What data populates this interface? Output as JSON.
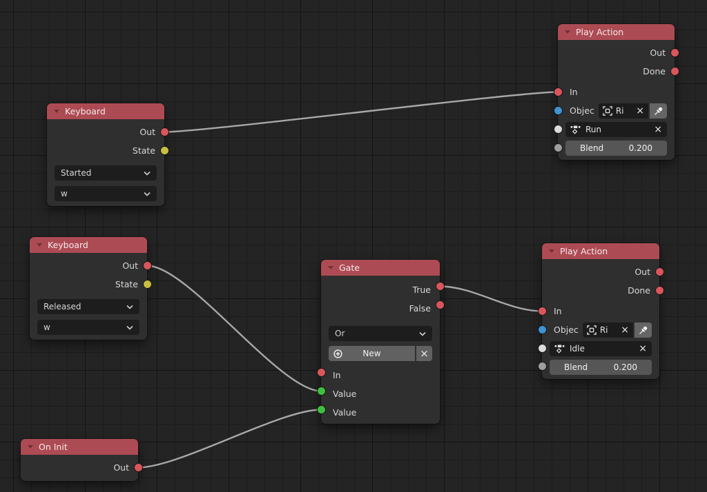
{
  "colors": {
    "header": "#ad4b54",
    "wire": "#a8a8a8",
    "socket_red": "#d9565c",
    "socket_yellow": "#c9be40",
    "socket_blue": "#3f93d2",
    "socket_green": "#3ec13e",
    "socket_white": "#dcdcdc",
    "socket_gray": "#9e9e9e"
  },
  "icons": {
    "close": "×"
  },
  "nodes": {
    "play_action_1": {
      "title": "Play Action",
      "out": "Out",
      "done": "Done",
      "in": "In",
      "object_label": "Objec",
      "object_value": "Ri",
      "action_value": "Run",
      "blend_label": "Blend",
      "blend_value": "0.200"
    },
    "keyboard_1": {
      "title": "Keyboard",
      "out": "Out",
      "state": "State",
      "event": "Started",
      "key": "w"
    },
    "keyboard_2": {
      "title": "Keyboard",
      "out": "Out",
      "state": "State",
      "event": "Released",
      "key": "w"
    },
    "gate": {
      "title": "Gate",
      "true": "True",
      "false": "False",
      "logic": "Or",
      "new": "New",
      "in": "In",
      "value1": "Value",
      "value2": "Value"
    },
    "play_action_2": {
      "title": "Play Action",
      "out": "Out",
      "done": "Done",
      "in": "In",
      "object_label": "Objec",
      "object_value": "Ri",
      "action_value": "Idle",
      "blend_label": "Blend",
      "blend_value": "0.200"
    },
    "on_init": {
      "title": "On Init",
      "out": "Out"
    }
  }
}
